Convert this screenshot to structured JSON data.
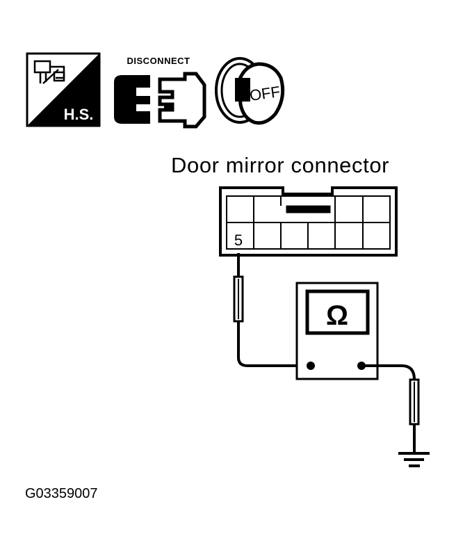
{
  "icons": {
    "harness_label": "H.S.",
    "disconnect_label": "DISCONNECT",
    "ignition_label": "OFF"
  },
  "diagram": {
    "title": "Door mirror connector",
    "terminal_number": "5",
    "meter_symbol": "Ω",
    "figure_code": "G03359007"
  }
}
